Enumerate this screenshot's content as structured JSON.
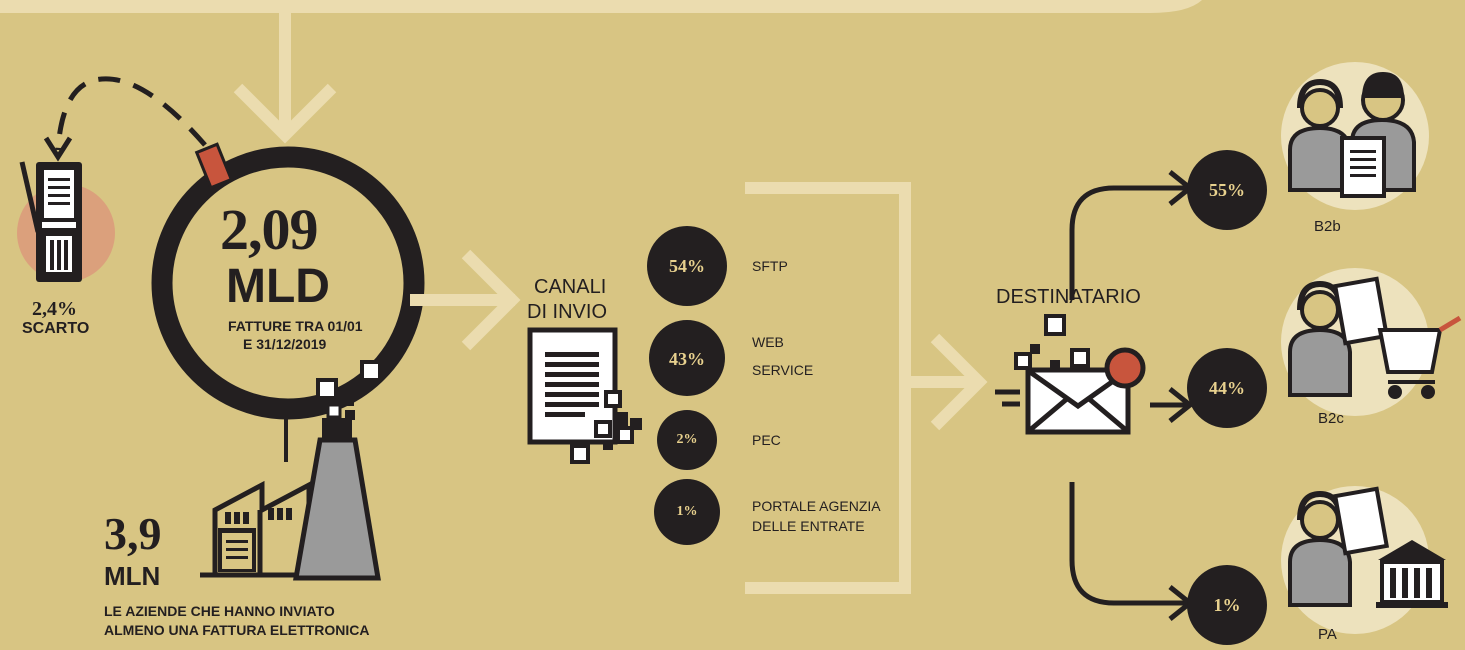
{
  "totale_fatture": {
    "valore": "2,09",
    "unita": "MLD",
    "descrizione_riga1": "FATTURE TRA 01/01",
    "descrizione_riga2": "E 31/12/2019"
  },
  "scarto": {
    "percentuale": "2,4%",
    "etichetta": "SCARTO"
  },
  "aziende": {
    "valore": "3,9",
    "unita": "MLN",
    "descrizione_riga1": "LE AZIENDE CHE HANNO INVIATO",
    "descrizione_riga2": "ALMENO UNA FATTURA ELETTRONICA"
  },
  "canali": {
    "titolo_riga1": "CANALI",
    "titolo_riga2": "DI INVIO",
    "voci": [
      {
        "percentuale": "54%",
        "riga1": "SFTP",
        "riga2": ""
      },
      {
        "percentuale": "43%",
        "riga1": "WEB",
        "riga2": "SERVICE"
      },
      {
        "percentuale": "2%",
        "riga1": "PEC",
        "riga2": ""
      },
      {
        "percentuale": "1%",
        "riga1": "PORTALE AGENZIA",
        "riga2": "DELLE ENTRATE"
      }
    ]
  },
  "destinatario": {
    "titolo": "DESTINATARIO",
    "voci": [
      {
        "percentuale": "55%",
        "etichetta": "B2b"
      },
      {
        "percentuale": "44%",
        "etichetta": "B2c"
      },
      {
        "percentuale": "1%",
        "etichetta": "PA"
      }
    ]
  },
  "colori": {
    "sfondo": "#d8c583",
    "scuro": "#231f20",
    "linee": "#ebdcaf",
    "accento": "#c8553d",
    "cerchio_scarto": "#dba07c",
    "cerchio_chiaro": "#ede2bd",
    "grigio": "#9a9a9a"
  }
}
